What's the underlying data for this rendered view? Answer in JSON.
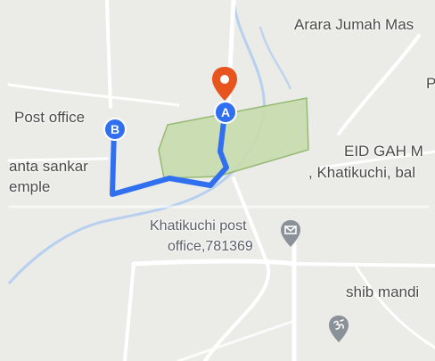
{
  "map": {
    "colors": {
      "background": "#ebebe8",
      "road": "#ffffff",
      "water": "#aecbf0",
      "area_fill": "#c9dcae",
      "area_stroke": "#8fb56a",
      "route": "#2f6ff0",
      "pin": "#e8541e",
      "poi_icon": "#8b9199"
    },
    "labels": {
      "arara": "Arara Jumah Mas",
      "post_office": "Post office",
      "anta_line1": "anta sankar",
      "anta_line2": "emple",
      "eid_line1": "EID GAH M",
      "eid_line2": ", Khatikuchi, bal",
      "p_fragment": "P",
      "khatikuchi_line1": "Khatikuchi post",
      "khatikuchi_line2": "office,781369",
      "shib": "shib mandi"
    },
    "markers": {
      "a_label": "A",
      "b_label": "B"
    },
    "icons": {
      "post_office": "envelope-icon",
      "temple": "om-icon",
      "destination": "map-pin-icon"
    }
  }
}
